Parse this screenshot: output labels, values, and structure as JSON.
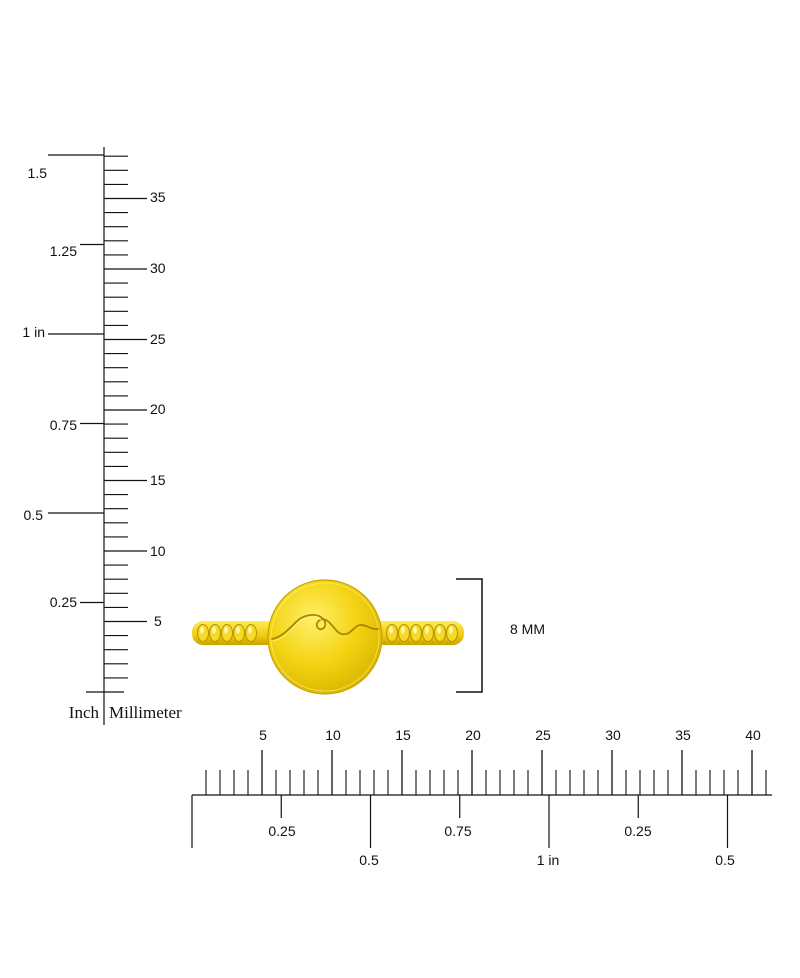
{
  "vertical_ruler": {
    "inch_label": "Inch",
    "mm_label": "Millimeter",
    "inch_ticks": [
      "0.25",
      "0.5",
      "0.75",
      "1 in",
      "1.25",
      "1.5"
    ],
    "mm_ticks": [
      "5",
      "10",
      "15",
      "20",
      "25",
      "30",
      "35"
    ]
  },
  "horizontal_ruler": {
    "mm_ticks": [
      "5",
      "10",
      "15",
      "20",
      "25",
      "30",
      "35",
      "40"
    ],
    "inch_ticks": [
      "0.25",
      "0.5",
      "0.75",
      "1 in",
      "0.25",
      "0.5"
    ]
  },
  "product": {
    "name": "wave-disc-ring",
    "metal_color": "#F4D312",
    "dimension_label": "8 MM"
  }
}
